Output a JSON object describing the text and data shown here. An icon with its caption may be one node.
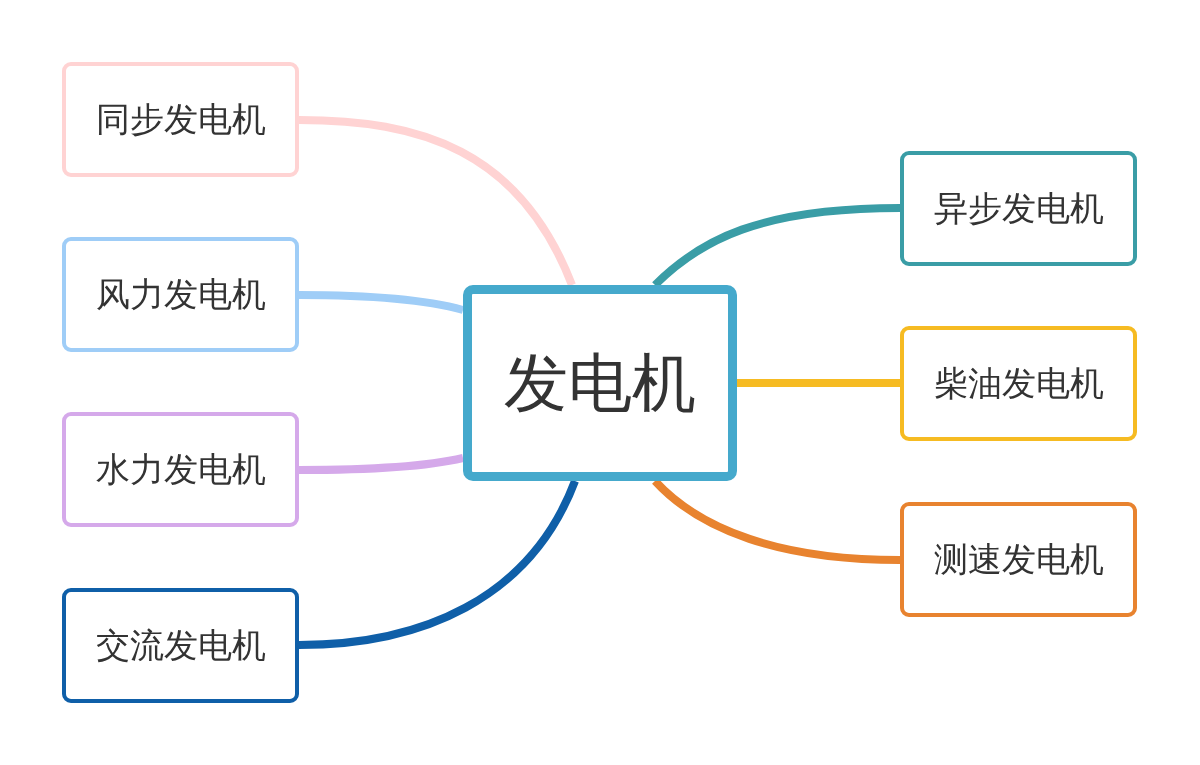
{
  "diagram": {
    "nodes": [
      {
        "text": [
          "发电机"
        ]
      },
      {
        "text": [
          "同步发电机"
        ]
      },
      {
        "text": [
          "风力发电机"
        ]
      },
      {
        "text": [
          "水力发电机"
        ]
      },
      {
        "text": [
          "交流发电机"
        ]
      },
      {
        "text": [
          "异步发电机"
        ]
      },
      {
        "text": [
          "柴油发电机"
        ]
      },
      {
        "text": [
          "测速发电机"
        ]
      }
    ],
    "edges": [
      {
        "from": 0,
        "to": 1,
        "arrow": "none",
        "color": "#ffd3d3"
      },
      {
        "from": 0,
        "to": 2,
        "arrow": "none",
        "color": "#9fcdf7"
      },
      {
        "from": 0,
        "to": 3,
        "arrow": "none",
        "color": "#d5a9ea"
      },
      {
        "from": 0,
        "to": 4,
        "arrow": "none",
        "color": "#0f5fa8"
      },
      {
        "from": 0,
        "to": 5,
        "arrow": "none",
        "color": "#3a9da6"
      },
      {
        "from": 0,
        "to": 6,
        "arrow": "none",
        "color": "#f6bb22"
      },
      {
        "from": 0,
        "to": 7,
        "arrow": "none",
        "color": "#e8832f"
      }
    ]
  }
}
